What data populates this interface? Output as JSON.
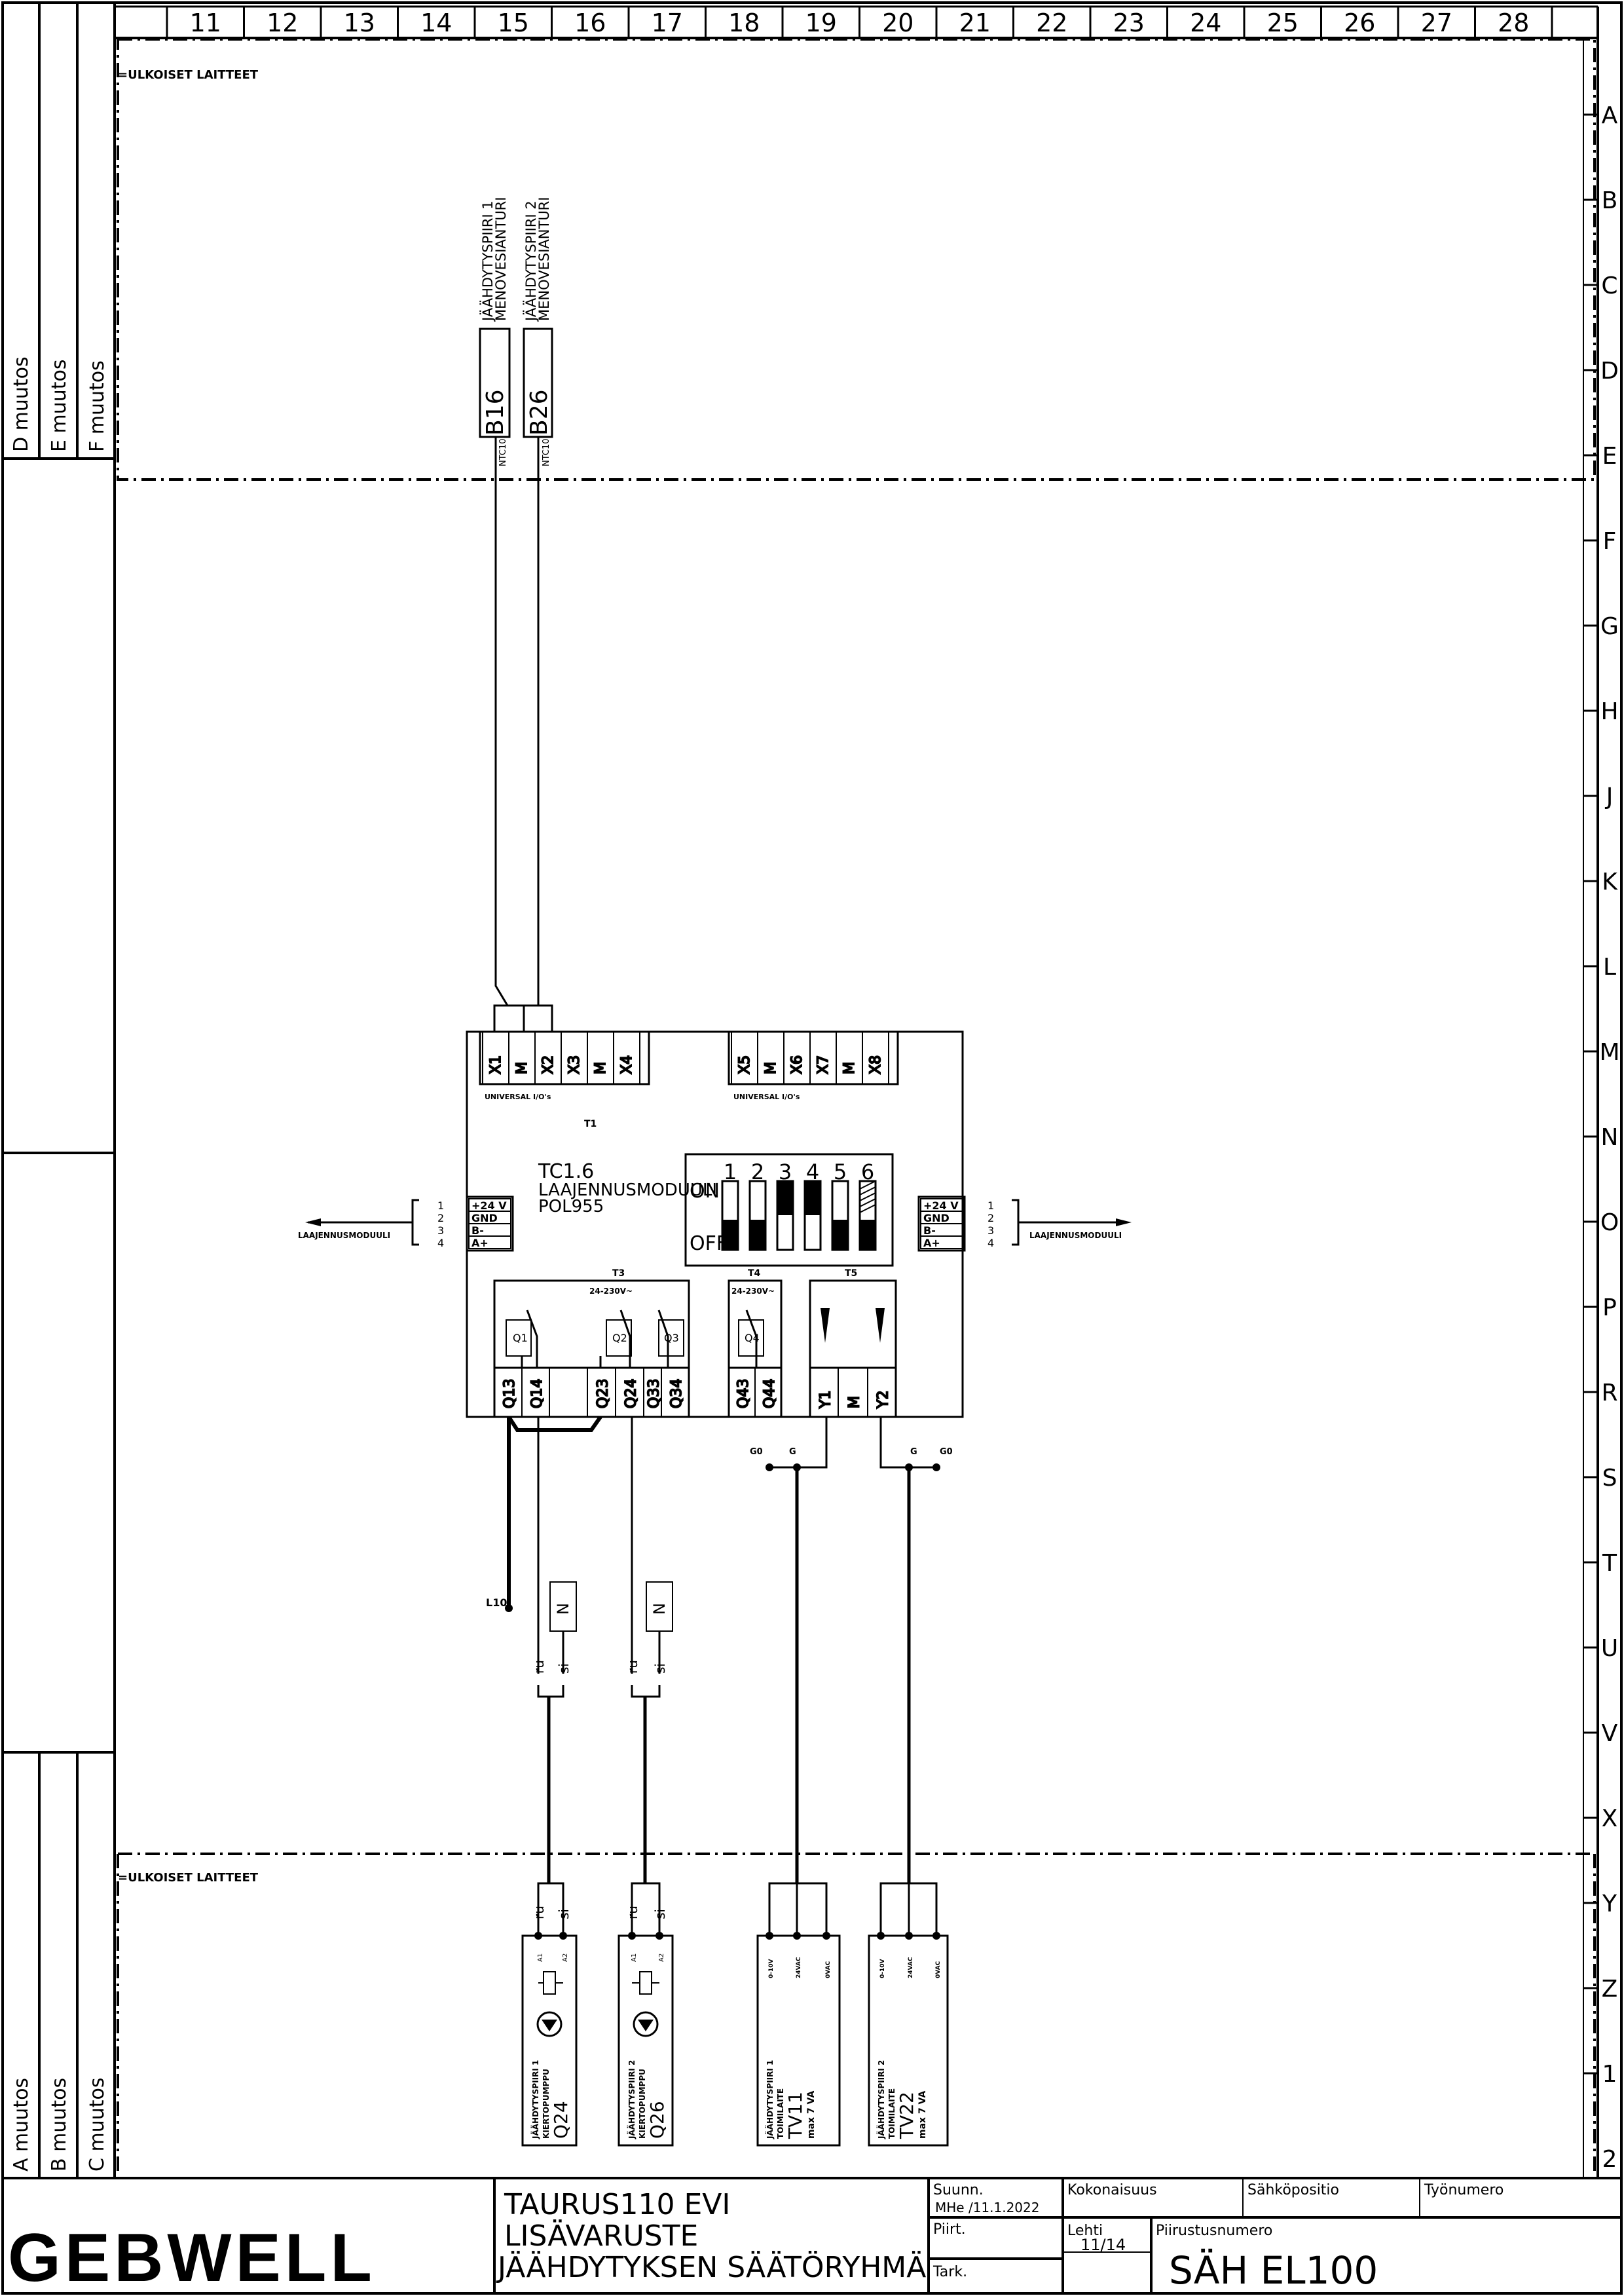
{
  "sheet": {
    "column_numbers": [
      "11",
      "12",
      "13",
      "14",
      "15",
      "16",
      "17",
      "18",
      "19",
      "20",
      "21",
      "22",
      "23",
      "24",
      "25",
      "26",
      "27",
      "28"
    ],
    "row_letters": [
      "A",
      "B",
      "C",
      "D",
      "E",
      "F",
      "G",
      "H",
      "J",
      "K",
      "L",
      "M",
      "N",
      "O",
      "P",
      "R",
      "S",
      "T",
      "U",
      "V",
      "X",
      "Y",
      "Z",
      "1",
      "2"
    ],
    "revision_top": [
      "D muutos",
      "E muutos",
      "F muutos"
    ],
    "revision_bottom": [
      "A muutos",
      "B muutos",
      "C muutos"
    ],
    "zone_top": "=ULKOISET LAITTEET",
    "zone_bottom": "=ULKOISET LAITTEET"
  },
  "sensors": [
    {
      "tag": "B16",
      "type": "NTC10",
      "line1": "JÄÄHDYTYSPIIRI 1",
      "line2": "MENOVESIANTURI"
    },
    {
      "tag": "B26",
      "type": "NTC10",
      "line1": "JÄÄHDYTYSPIIRI 2",
      "line2": "MENOVESIANTURI"
    }
  ],
  "module": {
    "title": "TC1.6",
    "subtitle": "LAAJENNUSMODUULI",
    "model": "POL955",
    "io_left": [
      "X1",
      "M",
      "X2",
      "X3",
      "M",
      "X4"
    ],
    "io_right": [
      "X5",
      "M",
      "X6",
      "X7",
      "M",
      "X8"
    ],
    "io_label": "UNIVERSAL I/O's",
    "t1": "T1",
    "t3": "T3",
    "t4": "T4",
    "t5": "T5",
    "volt_t3": "24-230V~",
    "volt_t4": "24-230V~",
    "relays": [
      "Q1",
      "Q2",
      "Q3",
      "Q4"
    ],
    "bottom_terms": [
      "Q13",
      "Q14",
      "Q23",
      "Q24",
      "Q33",
      "Q34",
      "Q43",
      "Q44",
      "Y1",
      "M",
      "Y2"
    ],
    "dip_numbers": [
      "1",
      "2",
      "3",
      "4",
      "5",
      "6"
    ],
    "dip_on": "ON",
    "dip_off": "OFF",
    "bus_terms": [
      "+24 V",
      "GND",
      "B-",
      "A+"
    ],
    "bus_nums": [
      "1",
      "2",
      "3",
      "4"
    ],
    "bus_label_left": "LAAJENNUSMODUULI",
    "bus_label_right": "LAAJENNUSMODUULI"
  },
  "wiring": {
    "l10": "L10",
    "n": "N",
    "ru": "ru",
    "si": "si",
    "g0": "G0",
    "g": "G"
  },
  "devices": [
    {
      "tag": "Q24",
      "line1": "JÄÄHDYTYSPIIRI 1",
      "line2": "KIERTOPUMPPU",
      "a1": "A1",
      "a2": "A2"
    },
    {
      "tag": "Q26",
      "line1": "JÄÄHDYTYSPIIRI 2",
      "line2": "KIERTOPUMPPU",
      "a1": "A1",
      "a2": "A2"
    },
    {
      "tag": "TV11",
      "line1": "JÄÄHDYTYSPIIRI 1",
      "line2": "TOIMILAITE",
      "line3": "max 7 VA",
      "pins": [
        "0-10V",
        "24VAC",
        "0VAC"
      ]
    },
    {
      "tag": "TV22",
      "line1": "JÄÄHDYTYSPIIRI 2",
      "line2": "TOIMILAITE",
      "line3": "max 7 VA",
      "pins": [
        "0-10V",
        "24VAC",
        "0VAC"
      ]
    }
  ],
  "titleblock": {
    "logo": "GEBWELL",
    "title1": "TAURUS110  EVI",
    "title2": "LISÄVARUSTE",
    "title3": "JÄÄHDYTYKSEN  SÄÄTÖRYHMÄ",
    "suunn_label": "Suunn.",
    "suunn_value": "MHe /11.1.2022",
    "piirt_label": "Piirt.",
    "tark_label": "Tark.",
    "kokonaisuus_label": "Kokonaisuus",
    "sahkopositio_label": "Sähköpositio",
    "tyonumero_label": "Työnumero",
    "lehti_label": "Lehti",
    "lehti_value": "11/14",
    "piirustusnumero_label": "Piirustusnumero",
    "drawing_number": "SÄH  EL100"
  }
}
